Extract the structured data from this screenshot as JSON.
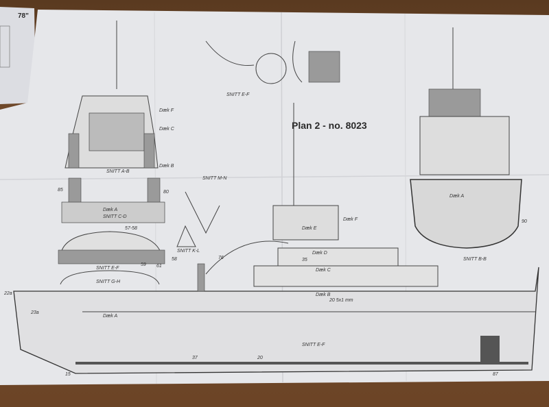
{
  "photo": {
    "background": "wooden-table",
    "colors": {
      "wood": "#6a4526",
      "paper": "#e6e7ea",
      "ink": "#3a3a3a"
    }
  },
  "side_sheet": {
    "text": "78\""
  },
  "plan": {
    "title": "Plan 2 - no. 8023",
    "sections": [
      "SNITT A-B",
      "SNITT C-D",
      "SNITT E-F",
      "SNITT G-H",
      "SNITT K-L",
      "SNITT M-N",
      "SNITT E-F",
      "SNITT B-B"
    ],
    "decks": [
      "Dæk F",
      "Dæk E",
      "Dæk D",
      "Dæk C",
      "Dæk B",
      "Dæk A"
    ],
    "part_numbers": [
      "85",
      "59",
      "58",
      "80",
      "61",
      "57-58",
      "35",
      "76",
      "20",
      "20 5x1 mm",
      "37",
      "15",
      "22a",
      "23a",
      "87",
      "90"
    ]
  }
}
